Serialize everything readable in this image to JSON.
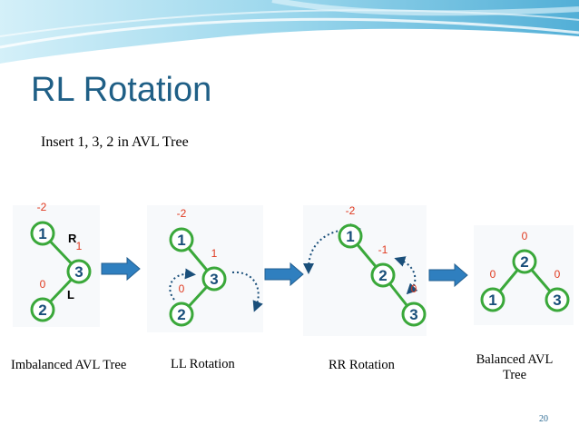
{
  "slide": {
    "title": "RL Rotation",
    "subtitle": "Insert 1, 3, 2 in AVL Tree",
    "page_number": "20"
  },
  "colors": {
    "node_stroke": "#3aa83a",
    "node_text": "#1a4f7a",
    "balance_text": "#e0391f",
    "arrow_fill": "#2f7fbf",
    "title": "#1f5f86",
    "header_wave": "#5ab8da"
  },
  "stages": [
    {
      "caption": "Imbalanced AVL Tree",
      "nodes": [
        {
          "value": "1",
          "balance": "-2"
        },
        {
          "value": "3",
          "balance": "1"
        },
        {
          "value": "2",
          "balance": "0"
        }
      ],
      "direction_labels": [
        "R",
        "L"
      ]
    },
    {
      "caption": "LL Rotation",
      "nodes": [
        {
          "value": "1",
          "balance": "-2"
        },
        {
          "value": "3",
          "balance": "1"
        },
        {
          "value": "2",
          "balance": "0"
        }
      ]
    },
    {
      "caption": "RR Rotation",
      "nodes": [
        {
          "value": "1",
          "balance": "-2"
        },
        {
          "value": "2",
          "balance": "-1"
        },
        {
          "value": "3",
          "balance": "0"
        }
      ]
    },
    {
      "caption_lines": [
        "Balanced  AVL",
        "Tree"
      ],
      "nodes": [
        {
          "value": "2",
          "balance": "0"
        },
        {
          "value": "1",
          "balance": "0"
        },
        {
          "value": "3",
          "balance": "0"
        }
      ]
    }
  ]
}
